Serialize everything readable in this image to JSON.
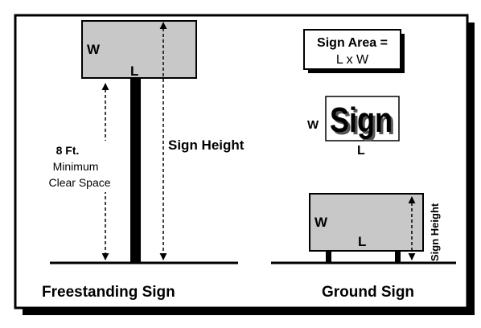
{
  "freestanding": {
    "width_letter": "W",
    "length_letter": "L",
    "clearance_line1": "8 Ft.",
    "clearance_line2": "Minimum",
    "clearance_line3": "Clear Space",
    "height_label": "Sign Height",
    "caption": "Freestanding Sign"
  },
  "formula": {
    "line1": "Sign Area =",
    "line2": "L x W"
  },
  "sample_sign": {
    "word": "Sign",
    "width_letter": "W",
    "length_letter": "L"
  },
  "ground": {
    "width_letter": "W",
    "length_letter": "L",
    "height_label": "Sign Height",
    "caption": "Ground Sign"
  },
  "colors": {
    "sign_face": "#c8c8c8",
    "ink": "#000000",
    "background": "#ffffff"
  }
}
